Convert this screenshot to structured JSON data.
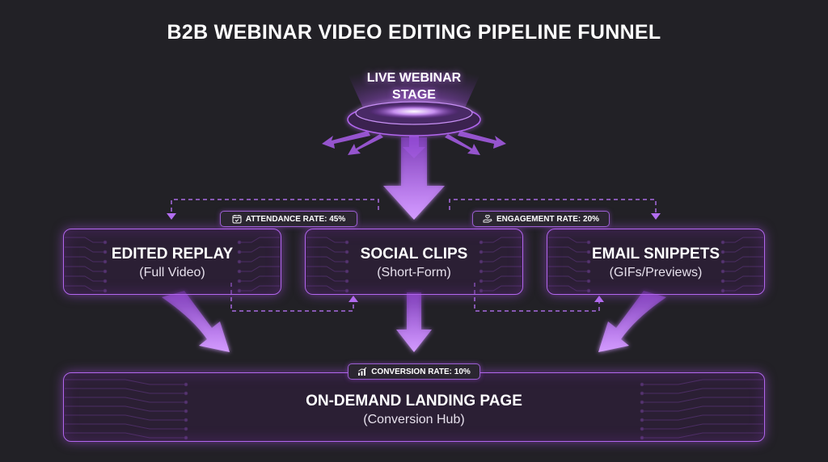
{
  "title": "B2B WEBINAR VIDEO EDITING PIPELINE FUNNEL",
  "source": {
    "label_line1": "LIVE WEBINAR",
    "label_line2": "STAGE"
  },
  "outputs": [
    {
      "title": "EDITED REPLAY",
      "subtitle": "(Full Video)"
    },
    {
      "title": "SOCIAL CLIPS",
      "subtitle": "(Short-Form)"
    },
    {
      "title": "EMAIL SNIPPETS",
      "subtitle": "(GIFs/Previews)"
    }
  ],
  "destination": {
    "title": "ON-DEMAND LANDING PAGE",
    "subtitle": "(Conversion Hub)"
  },
  "badges": {
    "attendance": {
      "label": "ATTENDANCE RATE: 45%",
      "icon": "calendar-check-icon"
    },
    "engagement": {
      "label": "ENGAGEMENT RATE: 20%",
      "icon": "hand-heart-icon"
    },
    "conversion": {
      "label": "CONVERSION RATE: 10%",
      "icon": "bar-chart-up-icon"
    }
  },
  "colors": {
    "background": "#222126",
    "accent": "#b266ee",
    "arrow": "#c98bf5",
    "glow": "#d9a6ff",
    "text": "#ffffff"
  }
}
